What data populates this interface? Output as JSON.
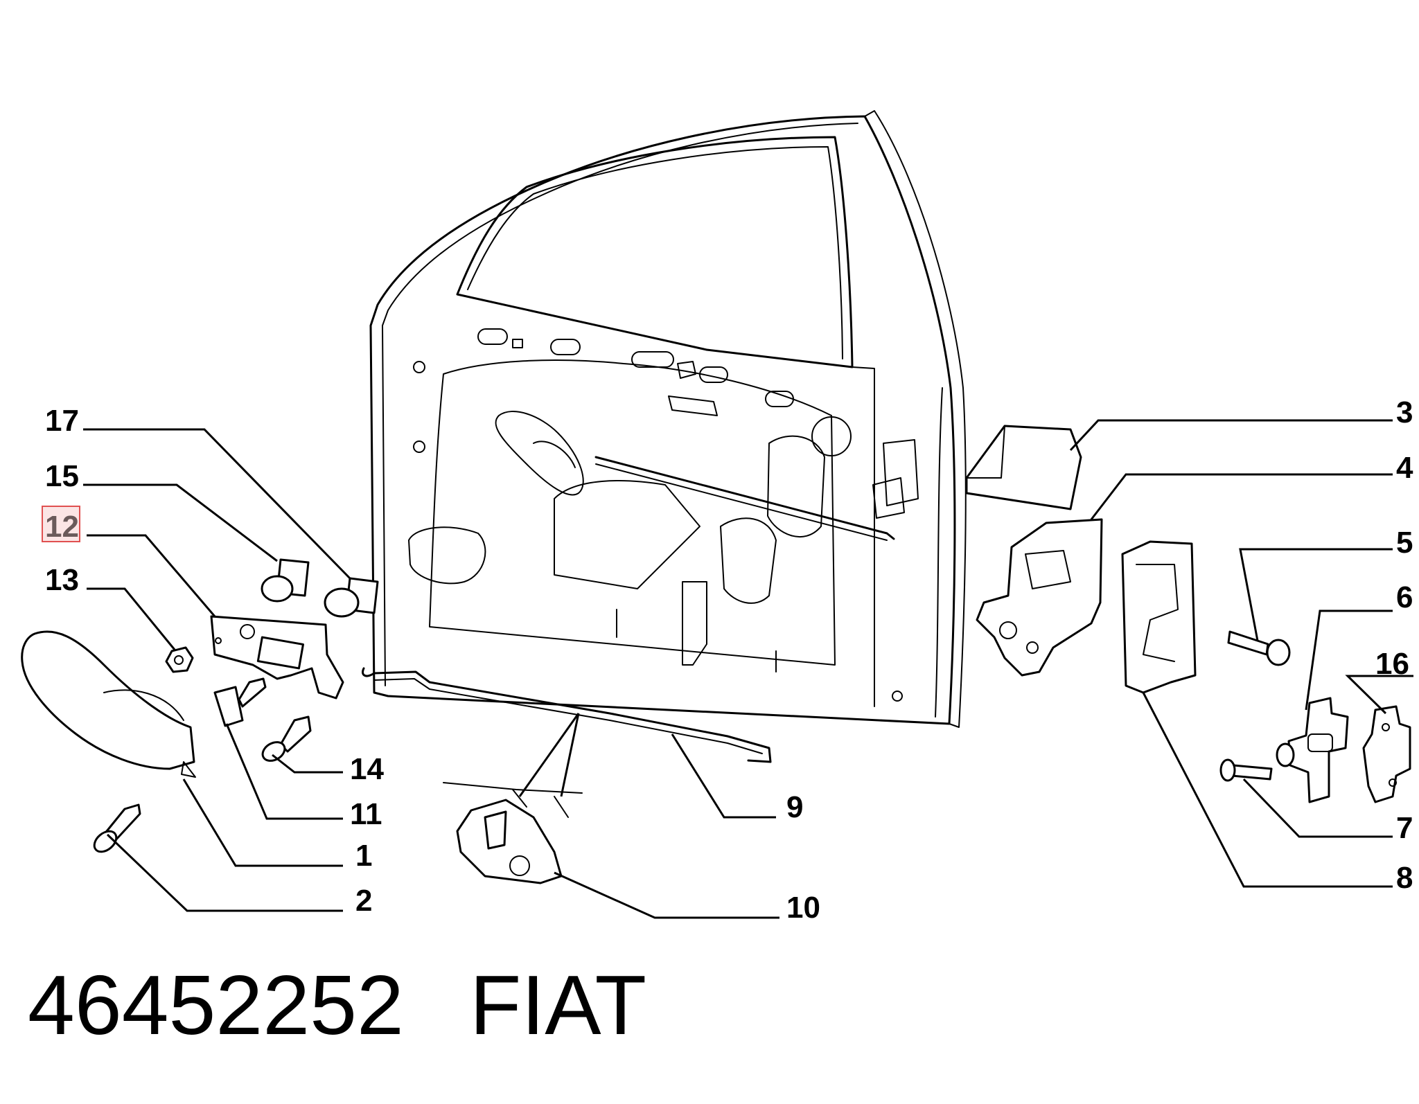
{
  "callouts": [
    "17",
    "15",
    "12",
    "13",
    "3",
    "4",
    "5",
    "6",
    "16",
    "14",
    "11",
    "1",
    "9",
    "7",
    "2",
    "10",
    "8"
  ],
  "highlighted_callout": "12",
  "caption": {
    "part_number": "46452252",
    "brand": "FIAT"
  }
}
